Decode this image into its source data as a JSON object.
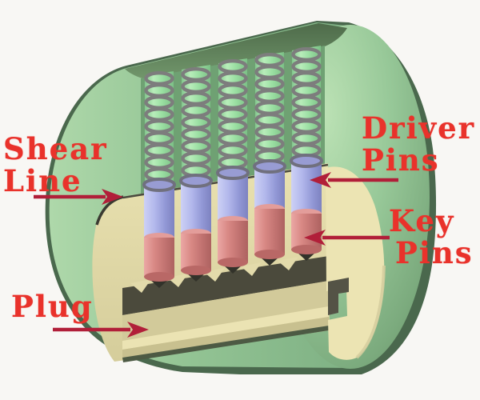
{
  "diagram": {
    "type": "pin-tumbler-lock-cutaway",
    "pin_stack_count": 5,
    "spring_count": 5
  },
  "labels": {
    "shear_line": {
      "line1": "Shear",
      "line2": "Line"
    },
    "driver_pins": {
      "line1": "Driver",
      "line2": "Pins"
    },
    "key_pins": {
      "line1": "Key",
      "line2": "Pins"
    },
    "plug": {
      "text": "Plug"
    }
  },
  "colors": {
    "background": "#f8f7f4",
    "label_red": "#e9322b",
    "arrow_crimson": "#b11f39",
    "housing_green": "#8fc291",
    "housing_rim_dark": "#4a684d",
    "spring_channel_mint": "#9adfa2",
    "spring_gray": "#7d7d7d",
    "driver_pin_blue": "#a8ade4",
    "key_pin_pink": "#d4827f",
    "pin_tip_dark": "#32322a",
    "plug_khaki": "#ddd5a4",
    "plug_face_cream": "#ece4b3",
    "keyway_dark": "#4b4a3c"
  }
}
